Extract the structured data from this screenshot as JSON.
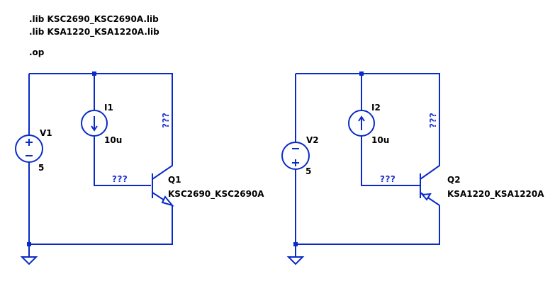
{
  "directives": [
    ".lib KSC2690_KSC2690A.lib",
    ".lib KSA1220_KSA1220A.lib",
    ".op"
  ],
  "left_circuit": {
    "voltage_source": {
      "name": "V1",
      "value": "5"
    },
    "current_source": {
      "name": "I1",
      "value": "10u"
    },
    "transistor": {
      "name": "Q1",
      "model": "KSC2690_KSC2690A",
      "type": "NPN"
    },
    "net_labels": {
      "collector": "???",
      "base": "???"
    }
  },
  "right_circuit": {
    "voltage_source": {
      "name": "V2",
      "value": "5"
    },
    "current_source": {
      "name": "I2",
      "value": "10u"
    },
    "transistor": {
      "name": "Q2",
      "model": "KSA1220_KSA1220A",
      "type": "PNP"
    },
    "net_labels": {
      "collector": "???",
      "base": "???"
    }
  },
  "colors": {
    "wire": "#0a2bc8",
    "net_label": "#2233cc",
    "text": "#000000",
    "background": "#ffffff"
  }
}
